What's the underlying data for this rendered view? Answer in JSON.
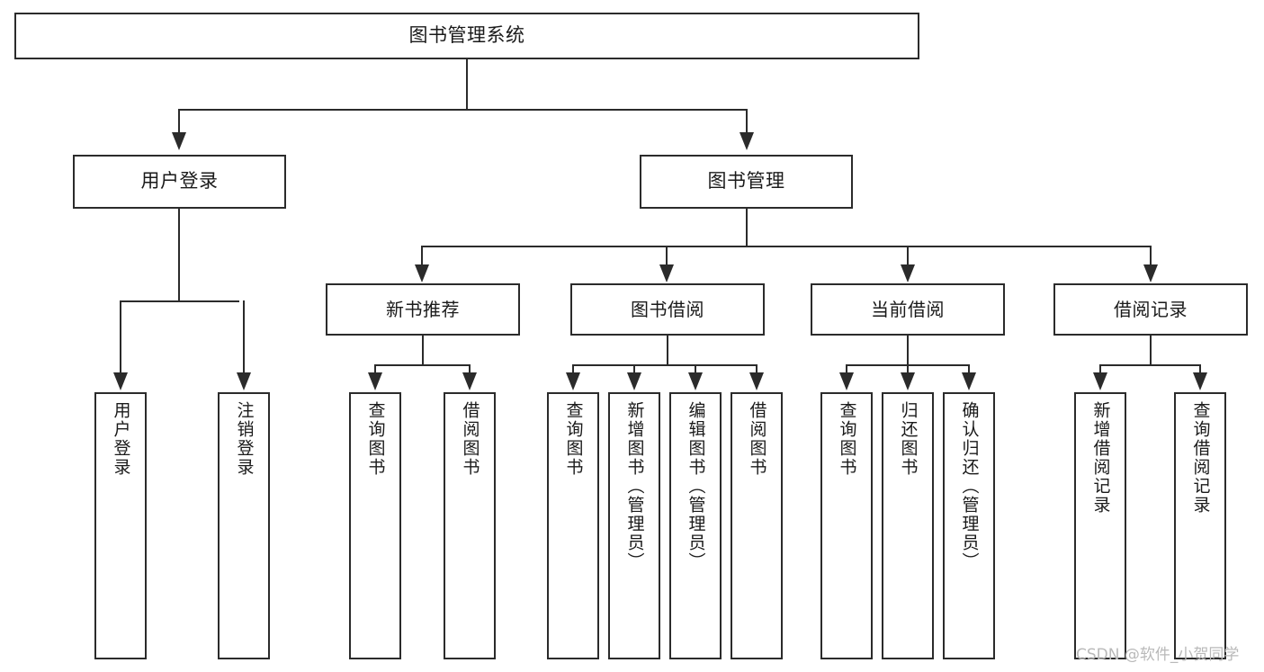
{
  "diagram": {
    "type": "tree",
    "title": "图书管理系统",
    "root": {
      "id": "root",
      "label": "图书管理系统"
    },
    "level2": [
      {
        "id": "user-login",
        "label": "用户登录"
      },
      {
        "id": "book-manage",
        "label": "图书管理"
      }
    ],
    "level3": [
      {
        "id": "new-book-rec",
        "label": "新书推荐"
      },
      {
        "id": "book-borrow",
        "label": "图书借阅"
      },
      {
        "id": "current-borrow",
        "label": "当前借阅"
      },
      {
        "id": "borrow-record",
        "label": "借阅记录"
      }
    ],
    "leaves": {
      "user_login": [
        {
          "id": "leaf-user-login",
          "label": "用户登录"
        },
        {
          "id": "leaf-logout",
          "label": "注销登录"
        }
      ],
      "new_book_rec": [
        {
          "id": "leaf-query-book-1",
          "label": "查询图书"
        },
        {
          "id": "leaf-borrow-book-1",
          "label": "借阅图书"
        }
      ],
      "book_borrow": [
        {
          "id": "leaf-query-book-2",
          "label": "查询图书"
        },
        {
          "id": "leaf-add-book",
          "label": "新增图书（管理员）"
        },
        {
          "id": "leaf-edit-book",
          "label": "编辑图书（管理员）"
        },
        {
          "id": "leaf-borrow-book-2",
          "label": "借阅图书"
        }
      ],
      "current_borrow": [
        {
          "id": "leaf-query-book-3",
          "label": "查询图书"
        },
        {
          "id": "leaf-return-book",
          "label": "归还图书"
        },
        {
          "id": "leaf-confirm-return",
          "label": "确认归还（管理员）"
        }
      ],
      "borrow_record": [
        {
          "id": "leaf-add-record",
          "label": "新增借阅记录"
        },
        {
          "id": "leaf-query-record",
          "label": "查询借阅记录"
        }
      ]
    }
  },
  "watermark": {
    "text": "CSDN @软件_小贺同学"
  },
  "colors": {
    "stroke": "#2b2b2b",
    "fill": "#ffffff",
    "text": "#1a1a1a",
    "watermark": "#b9b9b9"
  }
}
